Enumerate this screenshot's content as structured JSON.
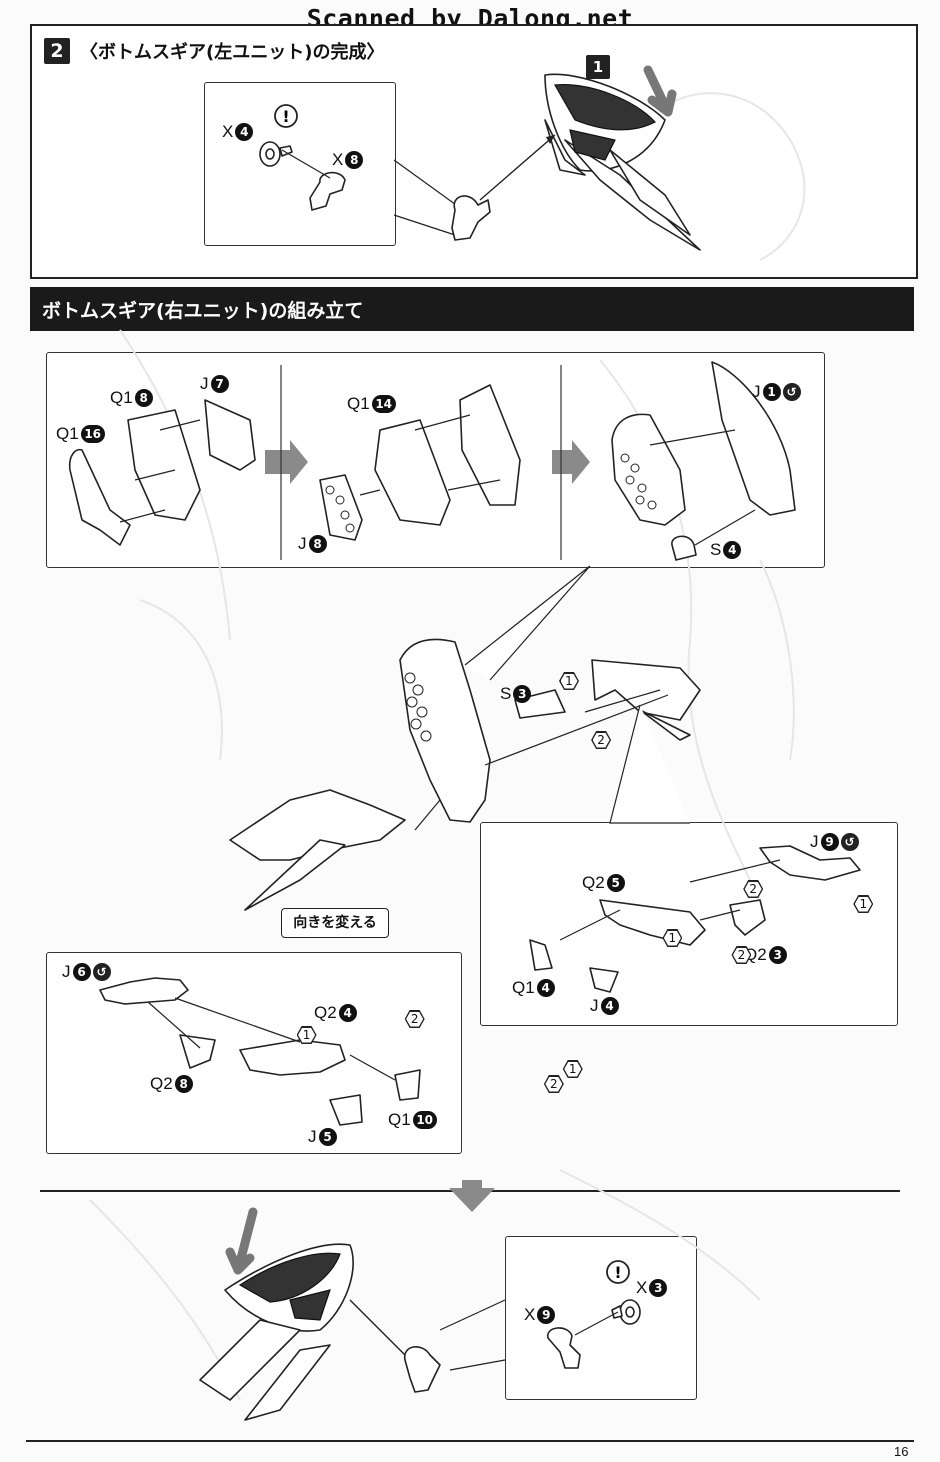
{
  "watermark": "Scanned by Dalong.net",
  "section_complete": {
    "step_number": "2",
    "title": "〈ボトムスギア(左ユニット)の完成〉",
    "callout_step": "1",
    "label_x4": "X",
    "label_x4_num": "4",
    "label_x8": "X",
    "label_x8_num": "8",
    "caution_mark": "!"
  },
  "section_assembly": {
    "title": "ボトムスギア(右ユニット)の組み立て",
    "panel1": {
      "q18": {
        "letter": "Q1",
        "num": "8"
      },
      "j7": {
        "letter": "J",
        "num": "7"
      },
      "q116": {
        "letter": "Q1",
        "num": "16"
      }
    },
    "panel2": {
      "q114": {
        "letter": "Q1",
        "num": "14"
      },
      "j8": {
        "letter": "J",
        "num": "8"
      }
    },
    "panel3": {
      "j1": {
        "letter": "J",
        "num": "1"
      },
      "s4": {
        "letter": "S",
        "num": "4"
      }
    },
    "middle": {
      "s3": {
        "letter": "S",
        "num": "3"
      },
      "order1": "1",
      "order2": "2"
    },
    "right_box": {
      "j9": {
        "letter": "J",
        "num": "9"
      },
      "q25": {
        "letter": "Q2",
        "num": "5"
      },
      "q23": {
        "letter": "Q2",
        "num": "3"
      },
      "q14": {
        "letter": "Q1",
        "num": "4"
      },
      "j4": {
        "letter": "J",
        "num": "4"
      },
      "order1a": "1",
      "order1b": "1",
      "order2a": "2",
      "order2b": "2"
    },
    "turn_note": "向きを変える",
    "left_box": {
      "j6": {
        "letter": "J",
        "num": "6"
      },
      "q24": {
        "letter": "Q2",
        "num": "4"
      },
      "q28": {
        "letter": "Q2",
        "num": "8"
      },
      "q110": {
        "letter": "Q1",
        "num": "10"
      },
      "j5": {
        "letter": "J",
        "num": "5"
      },
      "order1a": "1",
      "order1b": "1",
      "order2a": "2",
      "order2b": "2"
    },
    "bottom_detail": {
      "x3": {
        "letter": "X",
        "num": "3"
      },
      "x9": {
        "letter": "X",
        "num": "9"
      },
      "caution_mark": "!"
    }
  },
  "page_number": "16"
}
